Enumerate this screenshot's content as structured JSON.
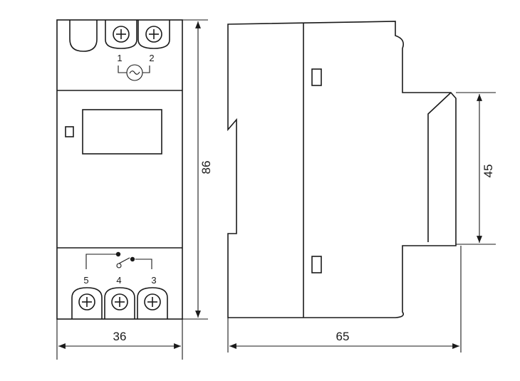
{
  "dimensions": {
    "front_width": "36",
    "front_height": "86",
    "side_depth": "65",
    "rail_height": "45"
  },
  "terminals": {
    "top": [
      "1",
      "2"
    ],
    "bottom": [
      "5",
      "4",
      "3"
    ]
  }
}
